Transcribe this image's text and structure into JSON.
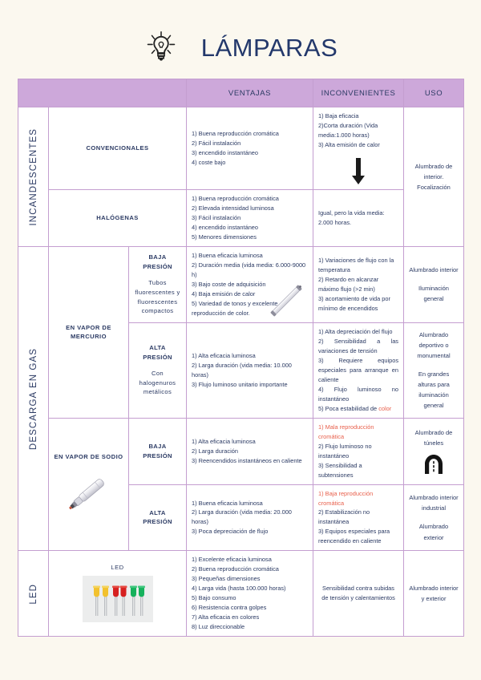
{
  "header": {
    "title": "LÁMPARAS",
    "icon": "lightbulb-icon",
    "title_color": "#23386b"
  },
  "theme": {
    "page_background": "#fbf8ef",
    "header_row_background": "#cda8da",
    "table_border": "#c49ed0",
    "text": "#2b3a63",
    "accent_red": "#e8604c"
  },
  "table": {
    "columns": [
      {
        "key": "family",
        "label": ""
      },
      {
        "key": "group",
        "label": ""
      },
      {
        "key": "subgroup",
        "label": ""
      },
      {
        "key": "ventajas",
        "label": "VENTAJAS"
      },
      {
        "key": "inconvenientes",
        "label": "INCONVENIENTES"
      },
      {
        "key": "uso",
        "label": "USO"
      }
    ],
    "families": [
      {
        "name": "INCANDESCENTES",
        "rows": [
          {
            "group": "CONVENCIONALES",
            "ventajas": [
              "1) Buena reproducción cromática",
              "2) Fácil instalación",
              "3) encendido instantáneo",
              "4) coste bajo"
            ],
            "inconvenientes": [
              "1) Baja eficacia",
              "2)Corta duración (Vida media:1.000 horas)",
              "3) Alta emisión de calor"
            ],
            "inconvenientes_icon": "down-arrow-icon"
          },
          {
            "group": "HALÓGENAS",
            "ventajas": [
              "1) Buena reproducción cromática",
              "2) Elevada intensidad luminosa",
              "3) Fácil instalación",
              "4) encendido instantáneo",
              "5) Menores dimensiones"
            ],
            "inconvenientes_note": "Igual, pero la vida media: 2.000 horas."
          }
        ],
        "uso": [
          "Alumbrado de interior.",
          "Focalización"
        ]
      },
      {
        "name": "DESCARGA EN GAS",
        "groups": [
          {
            "group": "EN VAPOR DE MERCURIO",
            "rows": [
              {
                "subgroup_title": "BAJA PRESIÓN",
                "subgroup_note": "Tubos fluorescentes y fluorescentes compactos",
                "ventajas": [
                  "1) Buena eficacia luminosa",
                  "2) Duración media (vida media: 6.000-9000 h)",
                  "3) Bajo coste de adquisición",
                  "4) Baja emisión de calor",
                  "5) Variedad de tonos y excelente reproducción de color."
                ],
                "ventajas_image": "fluorescent-tube-image",
                "inconvenientes": [
                  "1) Variaciones de flujo con la temperatura",
                  "2) Retardo en alcanzar máximo flujo (>2 min)",
                  "3) acortamiento de vida por mínimo de encendidos"
                ],
                "uso": [
                  "Alumbrado interior",
                  "Iluminación general"
                ]
              },
              {
                "subgroup_title": "ALTA PRESIÓN",
                "subgroup_note": "Con halogenuros metálicos",
                "ventajas": [
                  "1) Alta eficacia luminosa",
                  "2) Larga duración (vida media: 10.000 horas)",
                  "3) Flujo luminoso unitario importante"
                ],
                "inconvenientes": [
                  "1) Alta depreciación del flujo",
                  "2) Sensibilidad a las variaciones de tensión",
                  "3) Requiere equipos especiales para arranque en caliente",
                  "4) Flujo luminoso no instantáneo",
                  "5) Poca estabilidad de "
                ],
                "inconvenientes_last_red": "color",
                "uso": [
                  "Alumbrado deportivo o monumental",
                  "En grandes alturas para iluminación general"
                ]
              }
            ]
          },
          {
            "group": "EN VAPOR DE SODIO",
            "rows": [
              {
                "subgroup_title": "BAJA PRESIÓN",
                "ventajas": [
                  "1) Alta eficacia luminosa",
                  "2) Larga duración",
                  "3) Reencendidos instantáneos en caliente"
                ],
                "inconvenientes_red_first": "1) Mala reproducción cromática",
                "inconvenientes": [
                  "2) Flujo luminoso no instantáneo",
                  "3) Sensibilidad a subtensiones"
                ],
                "uso": [
                  "Alumbrado de túneles"
                ],
                "uso_icon": "tunnel-icon"
              },
              {
                "subgroup_title": "ALTA PRESIÓN",
                "group_image": "sodium-lamp-image",
                "ventajas": [
                  "1) Buena eficacia luminosa",
                  "2) Larga duración (vida media: 20.000 horas)",
                  "3) Poca depreciación de flujo"
                ],
                "inconvenientes_red_first": "1) Baja reproducción cromática",
                "inconvenientes": [
                  "2) Estabilización no instantánea",
                  "3) Equipos especiales para reencendido en caliente"
                ],
                "uso": [
                  "Alumbrado interior industrial",
                  "Alumbrado exterior"
                ]
              }
            ]
          }
        ]
      },
      {
        "name": "LED",
        "rows": [
          {
            "group": "LED",
            "group_image": "led-lamps-image",
            "ventajas": [
              "1) Excelente eficacia luminosa",
              "2) Buena reproducción cromática",
              "3) Pequeñas dimensiones",
              "4) Larga vida (hasta 100.000 horas)",
              "5) Bajo consumo",
              "6) Resistencia contra golpes",
              "7) Alta eficacia en colores",
              "8) Luz direccionable"
            ],
            "inconvenientes_note": "Sensibilidad contra subidas de tensión y calentamientos",
            "uso": [
              "Alumbrado interior y exterior"
            ]
          }
        ]
      }
    ]
  }
}
